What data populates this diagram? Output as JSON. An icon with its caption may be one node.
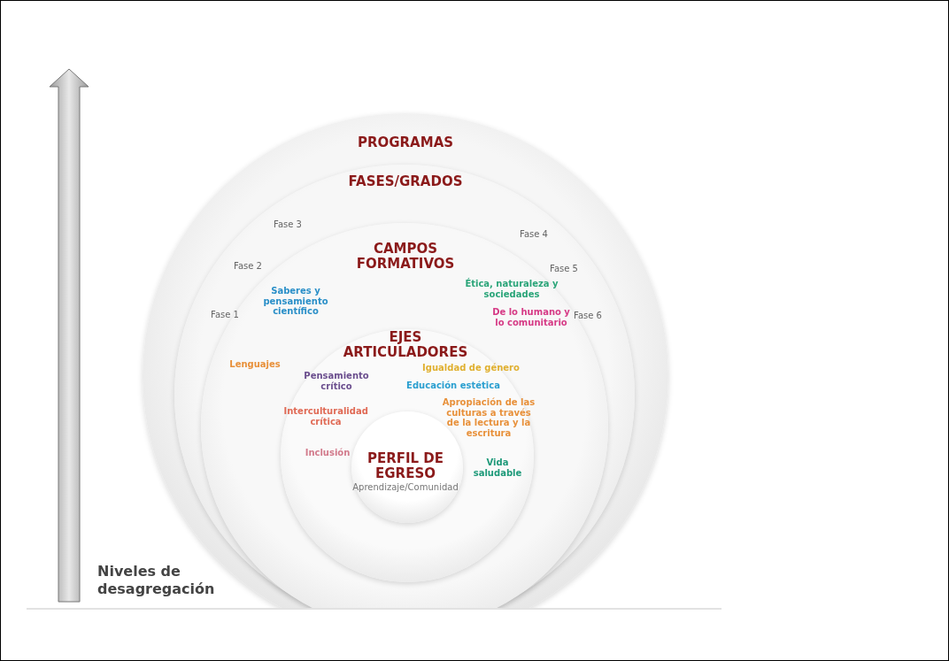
{
  "diagram": {
    "nodes": [
      {
        "text": [
          "PROGRAMAS"
        ]
      },
      {
        "text": [
          "FASES/GRADOS"
        ],
        "in": 0
      },
      {
        "text": [
          "CAMPOS FORMATIVOS",
          "Saberes y pensamiento científico",
          "Ética, naturaleza y sociedades",
          "De lo humano y lo comunitario",
          "Lenguajes"
        ],
        "in": 1
      },
      {
        "text": [
          "EJES ARTICULADORES",
          "Pensamiento crítico",
          "Igualdad de género",
          "Educación estética",
          "Apropiación de las culturas a través de la lectura y la escritura",
          "Interculturalidad crítica",
          "Inclusión",
          "Vida saludable"
        ],
        "in": 2
      },
      {
        "text": [
          "PERFIL DE EGRESO",
          "Aprendizaje/Comunidad"
        ],
        "in": 3
      }
    ],
    "edges": [],
    "labels": [
      "Fase 3",
      "Fase 4",
      "Fase 2",
      "Fase 5",
      "Fase 1",
      "Fase 6",
      "Niveles de desagregación"
    ]
  }
}
